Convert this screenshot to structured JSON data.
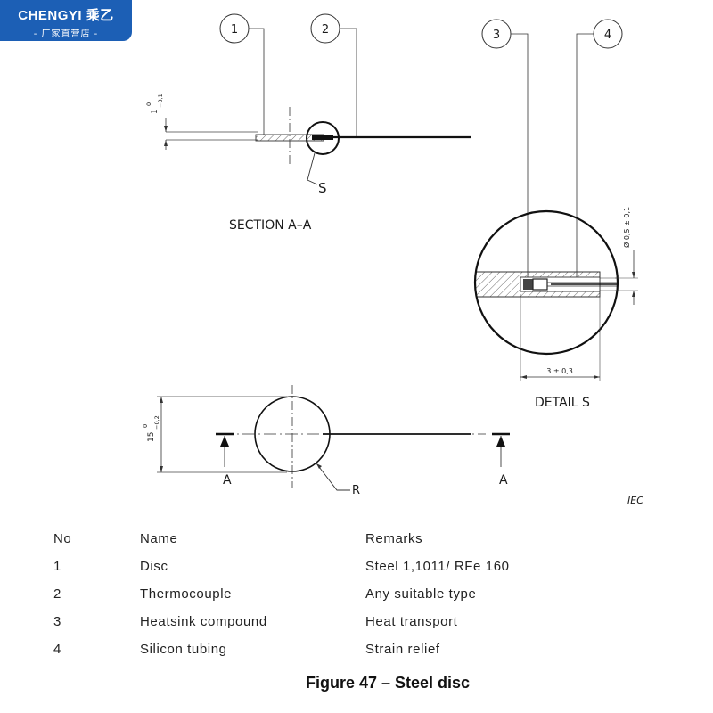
{
  "logo": {
    "brand": "CHENGYI 乘乙",
    "tagline": "- 厂家直营店 -"
  },
  "drawing": {
    "balloons": [
      "1",
      "2",
      "3",
      "4"
    ],
    "section_thickness_main": "1",
    "section_thickness_tol_upper": "0",
    "section_thickness_tol_lower": "−0,1",
    "detail_marker": "S",
    "section_title": "SECTION A–A",
    "detail_title": "DETAIL S",
    "detail_diameter": "Ø 0,5 ± 0,1",
    "detail_length": "3 ± 0,3",
    "plan_diameter_main": "15",
    "plan_diameter_tol_upper": "0",
    "plan_diameter_tol_lower": "−0,2",
    "section_marker_left": "A",
    "section_marker_right": "A",
    "radius_label": "R",
    "source": "IEC"
  },
  "table": {
    "headers": [
      "No",
      "Name",
      "Remarks"
    ],
    "rows": [
      [
        "1",
        "Disc",
        "Steel 1,1011/ RFe 160"
      ],
      [
        "2",
        "Thermocouple",
        "Any suitable type"
      ],
      [
        "3",
        "Heatsink compound",
        "Heat transport"
      ],
      [
        "4",
        "Silicon tubing",
        "Strain relief"
      ]
    ]
  },
  "caption": "Figure 47 – Steel disc"
}
